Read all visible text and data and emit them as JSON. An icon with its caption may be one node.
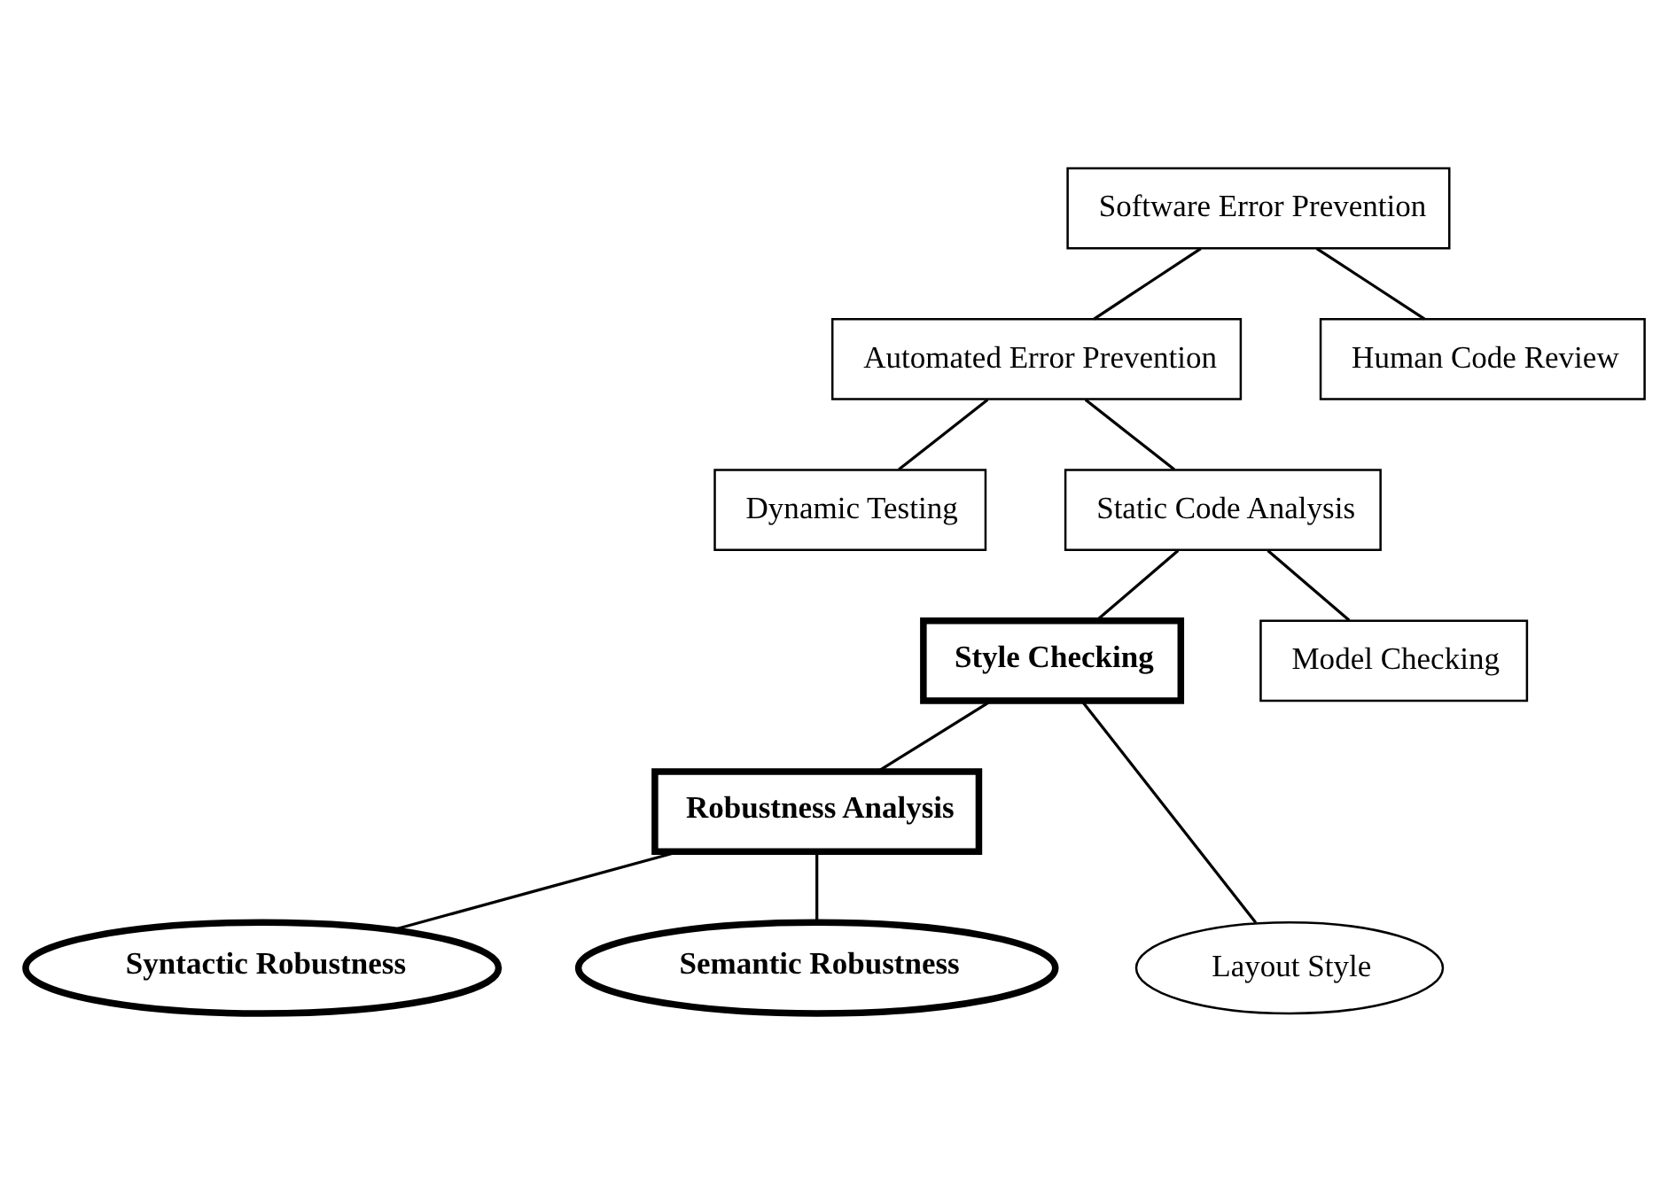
{
  "diagram": {
    "nodes": [
      {
        "text": [
          "Software Error Prevention"
        ]
      },
      {
        "text": [
          "Automated Error Prevention"
        ]
      },
      {
        "text": [
          "Human Code Review"
        ]
      },
      {
        "text": [
          "Dynamic Testing"
        ]
      },
      {
        "text": [
          "Static Code Analysis"
        ]
      },
      {
        "text": [
          "Style Checking"
        ]
      },
      {
        "text": [
          "Model Checking"
        ]
      },
      {
        "text": [
          "Robustness Analysis"
        ]
      },
      {
        "text": [
          "Layout Style"
        ]
      },
      {
        "text": [
          "Syntactic Robustness"
        ]
      },
      {
        "text": [
          "Semantic Robustness"
        ]
      }
    ],
    "edges": [
      {
        "from": 0,
        "to": 1,
        "arrow": "none"
      },
      {
        "from": 0,
        "to": 2,
        "arrow": "none"
      },
      {
        "from": 1,
        "to": 3,
        "arrow": "none"
      },
      {
        "from": 1,
        "to": 4,
        "arrow": "none"
      },
      {
        "from": 4,
        "to": 5,
        "arrow": "none"
      },
      {
        "from": 4,
        "to": 6,
        "arrow": "none"
      },
      {
        "from": 5,
        "to": 7,
        "arrow": "none"
      },
      {
        "from": 5,
        "to": 8,
        "arrow": "none"
      },
      {
        "from": 7,
        "to": 9,
        "arrow": "none"
      },
      {
        "from": 7,
        "to": 10,
        "arrow": "none"
      }
    ]
  }
}
